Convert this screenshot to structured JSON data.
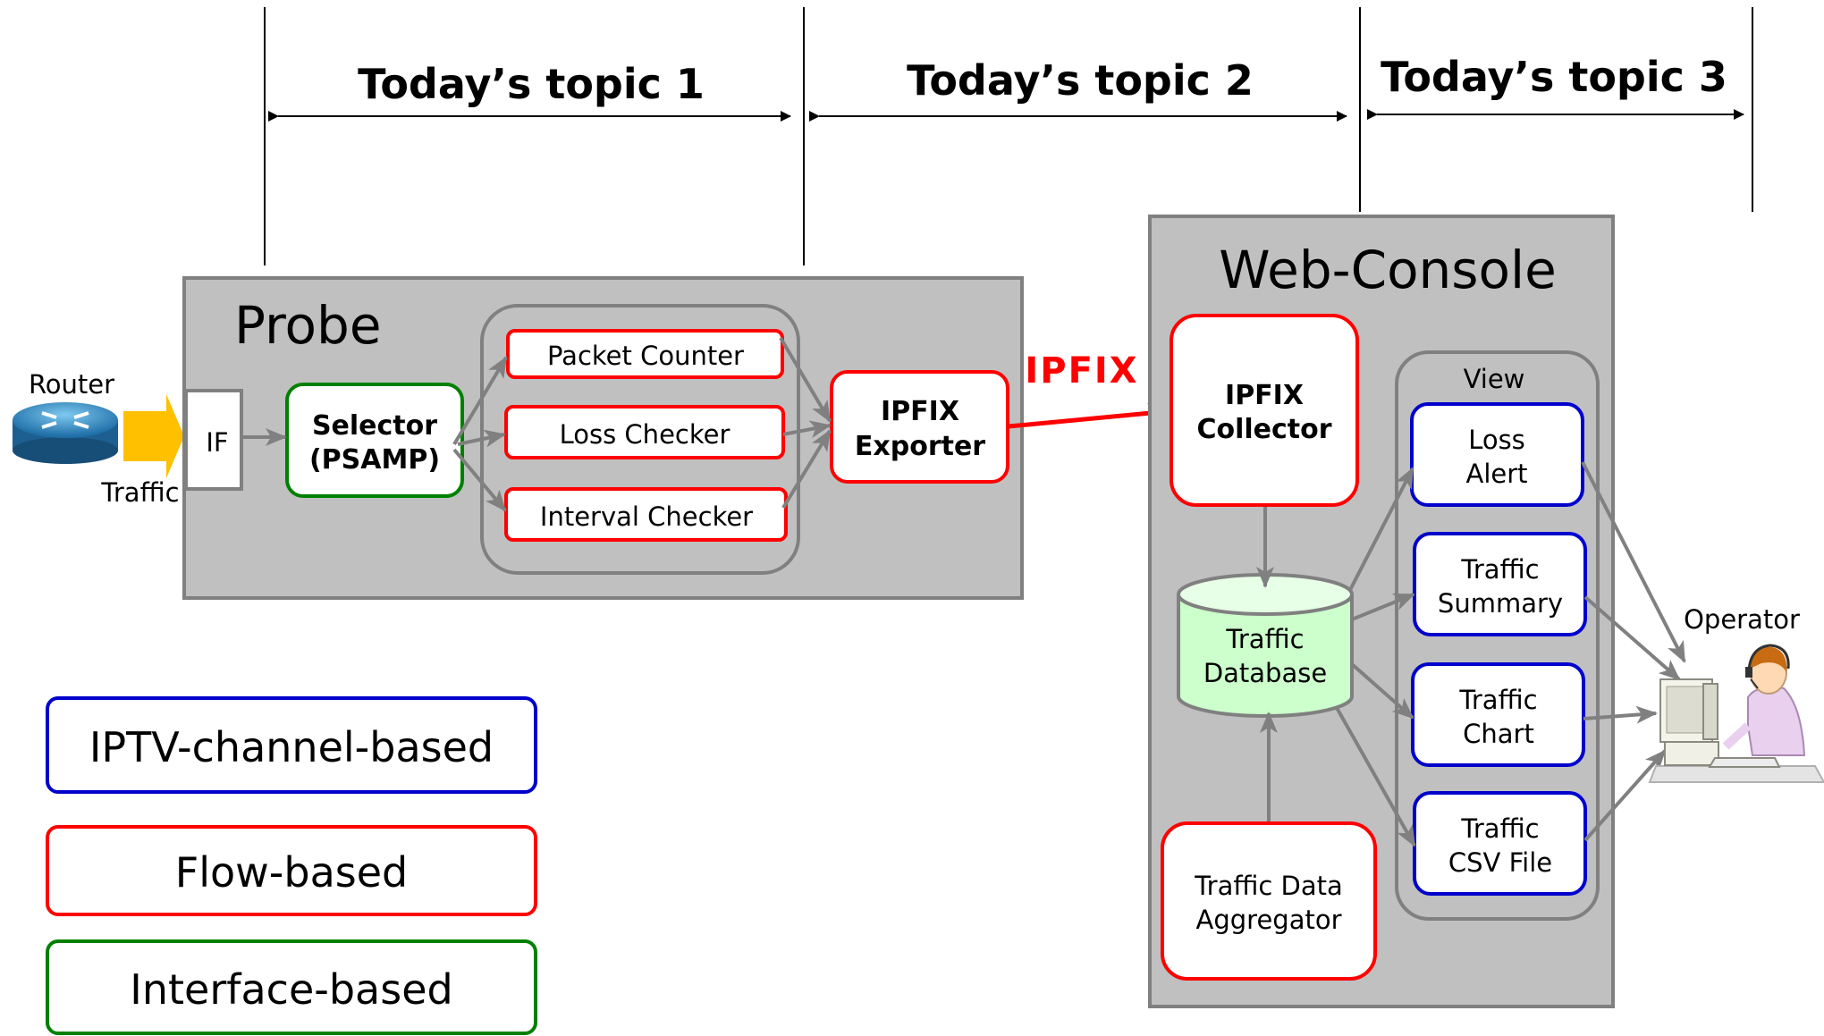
{
  "topics": [
    "Today’s topic 1",
    "Today’s topic 2",
    "Today’s topic 3"
  ],
  "router": {
    "label": "Router",
    "traffic": "Traffic"
  },
  "probe": {
    "title": "Probe",
    "if_label": "IF",
    "selector": [
      "Selector",
      "(PSAMP)"
    ],
    "packet_counter": "Packet Counter",
    "loss_checker": "Loss Checker",
    "interval_checker": "Interval Checker",
    "exporter": [
      "IPFIX",
      "Exporter"
    ]
  },
  "ipfix_link_label": "IPFIX",
  "console": {
    "title": "Web-Console",
    "collector": [
      "IPFIX",
      "Collector"
    ],
    "database": [
      "Traffic",
      "Database"
    ],
    "aggregator": [
      "Traffic Data",
      "Aggregator"
    ],
    "view_title": "View",
    "loss_alert": [
      "Loss",
      "Alert"
    ],
    "traffic_summary": [
      "Traffic",
      "Summary"
    ],
    "traffic_chart": [
      "Traffic",
      "Chart"
    ],
    "traffic_csv": [
      "Traffic",
      "CSV File"
    ]
  },
  "operator": "Operator",
  "legend": [
    "IPTV-channel-based",
    "Flow-based",
    "Interface-based"
  ],
  "colors": {
    "iptv": "#0000cc",
    "flow": "#ff0000",
    "interface": "#008000",
    "panel": "#c0c0c0",
    "panel_border": "#808080",
    "arrow": "#808080",
    "database": "#ccffcc",
    "traffic_arrow": "#ffc000",
    "ipfix": "#ff0000"
  }
}
